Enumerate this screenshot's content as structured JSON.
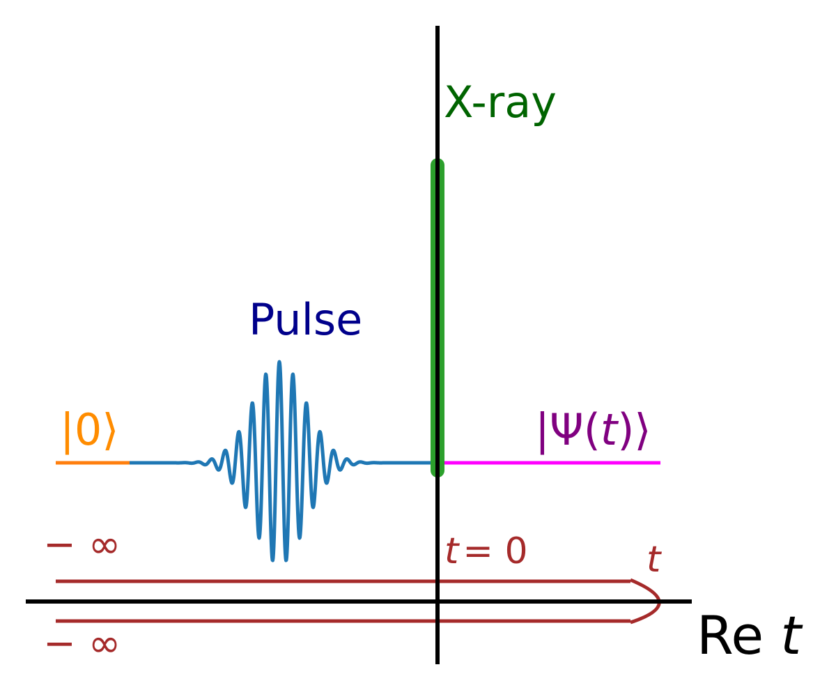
{
  "labels": {
    "xray": "X-ray",
    "pulse": "Pulse",
    "initial_state": "|0⟩",
    "final_state_prefix": "|Ψ(",
    "final_state_var": "t",
    "final_state_suffix": ")⟩",
    "t_zero_var": "t",
    "t_zero_rest": "= 0",
    "t_end": "t",
    "minus_inf_top": "− ∞",
    "minus_inf_bottom": "− ∞",
    "axis_re": "Re ",
    "axis_var": "t"
  },
  "colors": {
    "axes": "#000000",
    "xray_bar": "#2ca02c",
    "xray_text": "#006400",
    "pulse_wave": "#1f77b4",
    "pulse_text": "#00008b",
    "initial_line": "#ff7f0e",
    "initial_text": "#ff8c00",
    "final_line": "#ff00ff",
    "final_text": "#800080",
    "contour": "#a52a2a"
  }
}
